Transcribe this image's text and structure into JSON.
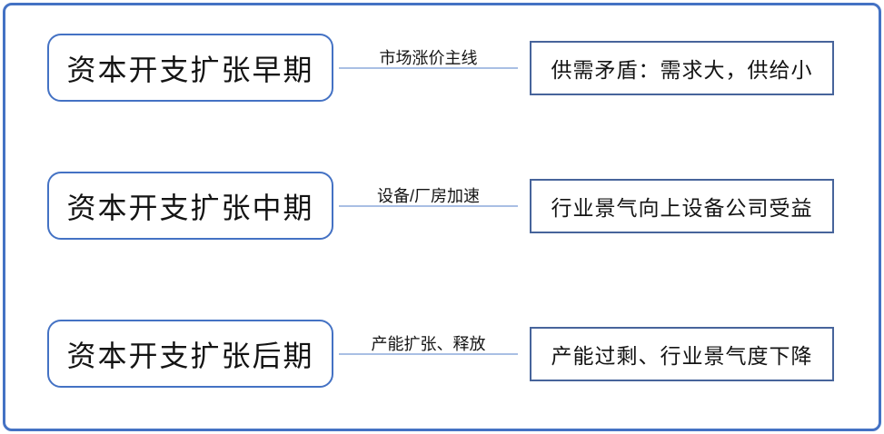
{
  "diagram": {
    "description_colors": {
      "frame_border": "#4472C4",
      "stage_box_border": "#4472C4",
      "result_box_border": "#47649B",
      "connector_line": "#a9bfe4",
      "text": "#141414",
      "background": "#ffffff"
    },
    "rows": [
      {
        "stage": "资本开支扩张早期",
        "connector_label": "市场涨价主线",
        "result": "供需矛盾：需求大，供给小"
      },
      {
        "stage": "资本开支扩张中期",
        "connector_label": "设备/厂房加速",
        "result": "行业景气向上设备公司受益"
      },
      {
        "stage": "资本开支扩张后期",
        "connector_label": "产能扩张、释放",
        "result": "产能过剩、行业景气度下降"
      }
    ]
  }
}
